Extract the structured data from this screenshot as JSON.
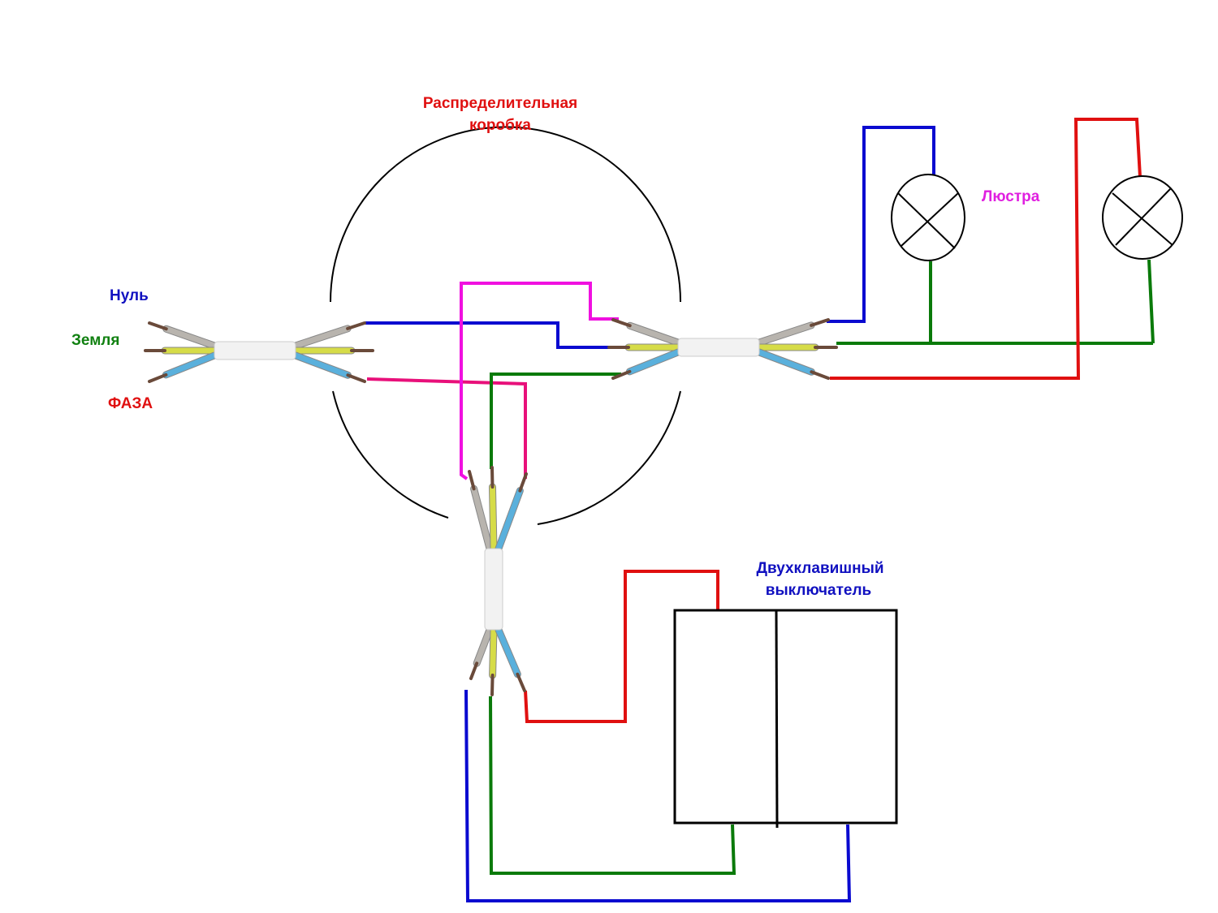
{
  "diagram": {
    "title": "Схема подключения двухклавишного выключателя",
    "labels": {
      "junction_box_line1": "Распределительная",
      "junction_box_line2": "коробка",
      "neutral": "Нуль",
      "ground": "Земля",
      "phase": "ФАЗА",
      "chandelier": "Люстра",
      "switch_line1": "Двухклавишный",
      "switch_line2": "выключатель"
    },
    "colors": {
      "label_red": "#e01010",
      "label_blue": "#1010c0",
      "label_green": "#108010",
      "label_magenta": "#e020e0",
      "wire_blue": "#0a0ad0",
      "wire_green": "#0a7a0a",
      "wire_red": "#e01010",
      "wire_magenta": "#f010e0",
      "wire_pink": "#e8107a",
      "outline": "#000000",
      "cable_sheath": "#f2f2f2",
      "core_grey": "#b8b4ae",
      "core_yellow": "#d6dc48",
      "core_blue": "#5ab0dc",
      "core_copper": "#6a4a3a"
    },
    "components": [
      {
        "name": "junction-box",
        "type": "circle"
      },
      {
        "name": "input-cable",
        "type": "3-core cable"
      },
      {
        "name": "lamp-cable",
        "type": "3-core cable"
      },
      {
        "name": "switch-cable",
        "type": "3-core cable"
      },
      {
        "name": "lamp-1",
        "type": "lamp"
      },
      {
        "name": "lamp-2",
        "type": "lamp"
      },
      {
        "name": "two-gang-switch",
        "type": "switch"
      }
    ]
  }
}
